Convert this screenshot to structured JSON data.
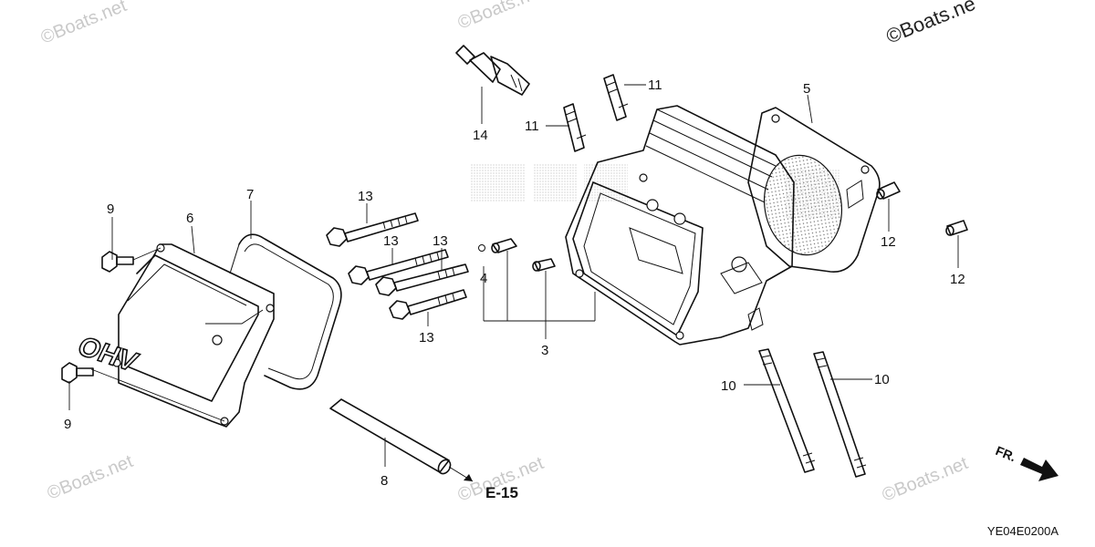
{
  "watermark": {
    "brand": "©Boats.net",
    "brand_corner": "©Boats.ne"
  },
  "diagram": {
    "reference_code": "YE04E0200A",
    "cover_text": "OHV",
    "cross_reference": "E-15",
    "direction_label": "FR.",
    "callouts": [
      "9",
      "6",
      "7",
      "13",
      "13",
      "13",
      "13",
      "14",
      "11",
      "11",
      "5",
      "4",
      "3",
      "12",
      "12",
      "10",
      "10",
      "8",
      "9"
    ]
  }
}
